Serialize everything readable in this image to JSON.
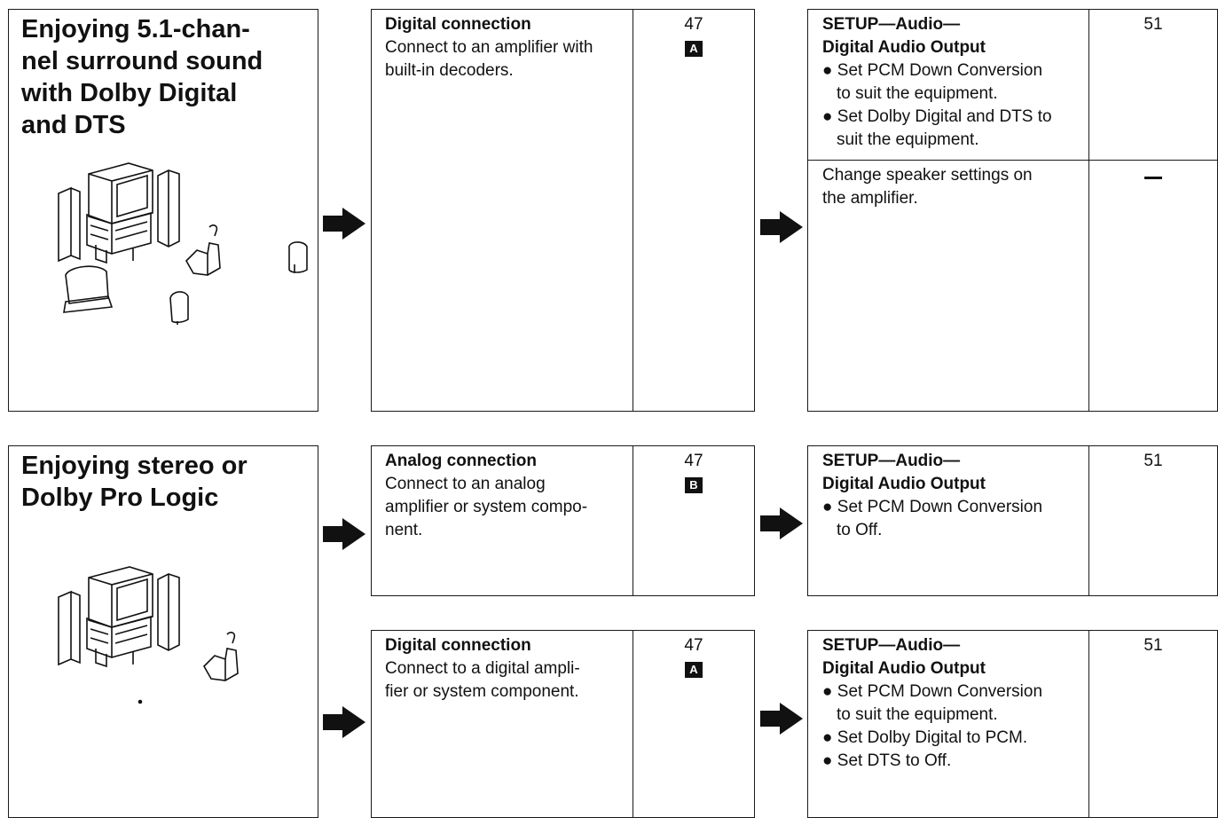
{
  "section1": {
    "title_lines": [
      "Enjoying 5.1-chan-",
      "nel surround sound",
      "with Dolby Digital",
      "and DTS"
    ],
    "connection": {
      "heading": "Digital connection",
      "lines": [
        "Connect to an amplifier with",
        "built-in decoders."
      ],
      "page": "47",
      "badge": "A"
    },
    "setup": {
      "heading_lines": [
        "SETUP—Audio—",
        "Digital Audio Output"
      ],
      "bullets": [
        [
          "Set PCM Down Conversion",
          "to suit the equipment."
        ],
        [
          "Set Dolby Digital and DTS to",
          "suit the equipment."
        ]
      ],
      "page": "51"
    },
    "speaker": {
      "lines": [
        "Change speaker settings on",
        "the amplifier."
      ],
      "page": "—"
    }
  },
  "section2": {
    "title_lines": [
      "Enjoying stereo or",
      "Dolby Pro Logic"
    ],
    "analog": {
      "heading": "Analog connection",
      "lines": [
        "Connect to an analog",
        "amplifier or system compo-",
        "nent."
      ],
      "page": "47",
      "badge": "B"
    },
    "setup_analog": {
      "heading_lines": [
        "SETUP—Audio—",
        "Digital Audio Output"
      ],
      "bullets": [
        [
          "Set PCM Down Conversion",
          "to Off."
        ]
      ],
      "page": "51"
    },
    "digital": {
      "heading": "Digital connection",
      "lines": [
        "Connect to a digital ampli-",
        "fier or system component."
      ],
      "page": "47",
      "badge": "A"
    },
    "setup_digital": {
      "heading_lines": [
        "SETUP—Audio—",
        "Digital Audio Output"
      ],
      "bullets": [
        [
          "Set PCM Down Conversion",
          "to suit the equipment."
        ],
        [
          "Set Dolby Digital to PCM."
        ],
        [
          "Set DTS to Off."
        ]
      ],
      "page": "51"
    }
  },
  "icons": {
    "arrow": "right-arrow-icon",
    "surround_illustration": "surround-speaker-setup-illustration",
    "stereo_illustration": "stereo-speaker-setup-illustration"
  },
  "colors": {
    "ink": "#111111",
    "background": "#ffffff"
  }
}
